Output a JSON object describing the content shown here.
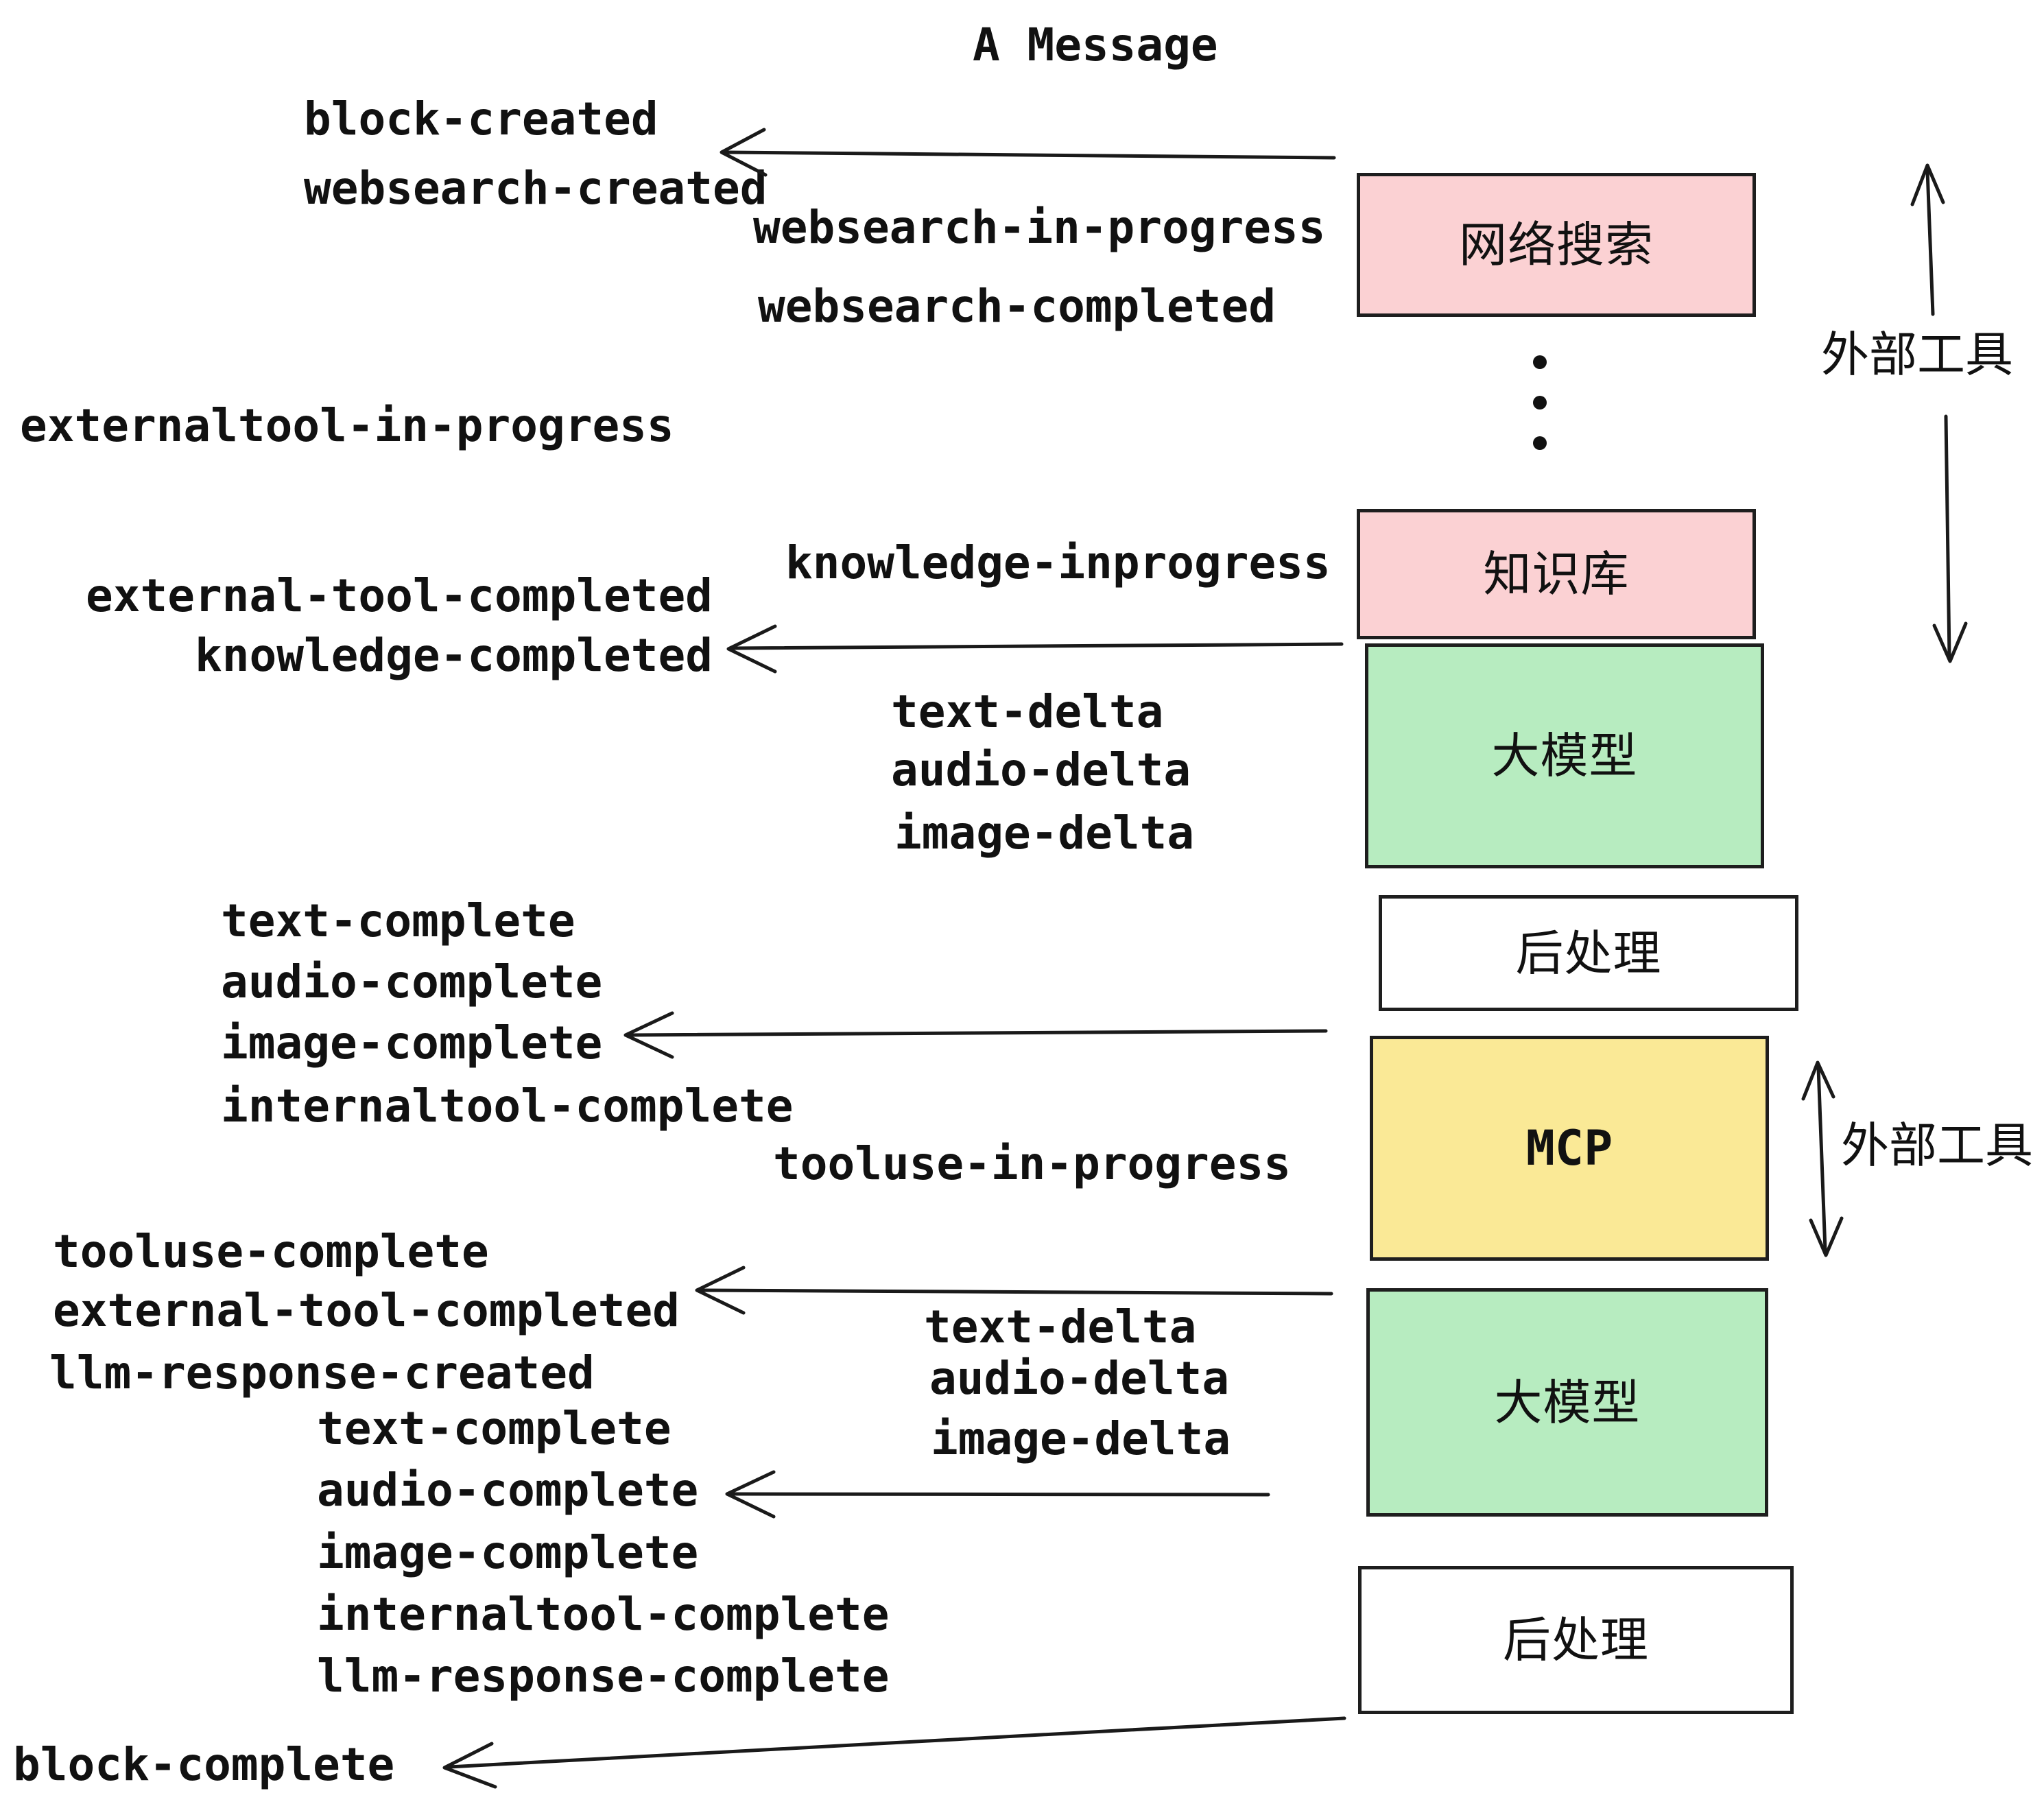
{
  "title": "A Message",
  "pipeline": {
    "boxes": [
      {
        "id": "websearch",
        "label": "网络搜索",
        "fill": "#fbd1d3"
      },
      {
        "id": "knowledge",
        "label": "知识库",
        "fill": "#fbd1d3"
      },
      {
        "id": "llm-1",
        "label": "大模型",
        "fill": "#b7ecc0"
      },
      {
        "id": "post-1",
        "label": "后处理",
        "fill": "#ffffff"
      },
      {
        "id": "mcp",
        "label": "MCP",
        "fill": "#fae996"
      },
      {
        "id": "llm-2",
        "label": "大模型",
        "fill": "#b7ecc0"
      },
      {
        "id": "post-2",
        "label": "后处理",
        "fill": "#ffffff"
      }
    ]
  },
  "events": {
    "block_created": "block-created",
    "websearch_created": "websearch-created",
    "websearch_in_progress": "websearch-in-progress",
    "websearch_completed": "websearch-completed",
    "externaltool_in_progress": "externaltool-in-progress",
    "knowledge_inprogress": "knowledge-inprogress",
    "external_tool_completed_1": "external-tool-completed",
    "knowledge_completed": "knowledge-completed",
    "text_delta_1": "text-delta",
    "audio_delta_1": "audio-delta",
    "image_delta_1": "image-delta",
    "text_complete_1": "text-complete",
    "audio_complete_1": "audio-complete",
    "image_complete_1": "image-complete",
    "internaltool_complete_1": "internaltool-complete",
    "tooluse_in_progress": "tooluse-in-progress",
    "tooluse_complete": "tooluse-complete",
    "external_tool_completed_2": "external-tool-completed",
    "llm_response_created": "llm-response-created",
    "text_delta_2": "text-delta",
    "audio_delta_2": "audio-delta",
    "image_delta_2": "image-delta",
    "text_complete_2": "text-complete",
    "audio_complete_2": "audio-complete",
    "image_complete_2": "image-complete",
    "internaltool_complete_2": "internaltool-complete",
    "llm_response_complete": "llm-response-complete",
    "block_complete": "block-complete"
  },
  "side_labels": {
    "top": "外部工具",
    "bottom": "外部工具"
  },
  "colors": {
    "external_tool_fill": "#fbd1d3",
    "llm_fill": "#b7ecc0",
    "mcp_fill": "#fae996",
    "post_fill": "#ffffff",
    "stroke": "#1e1e1e",
    "text": "#111111"
  }
}
